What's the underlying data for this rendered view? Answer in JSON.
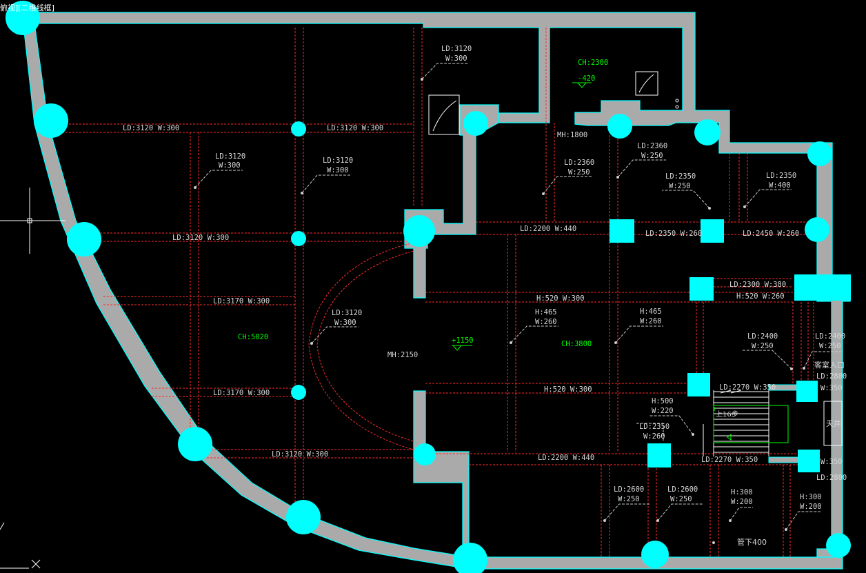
{
  "viewport": {
    "title": "俯视][二维线框]"
  },
  "colors": {
    "background": "#000000",
    "wall": "#aaaaaa",
    "wall_edge": "#00ffff",
    "column": "#00ffff",
    "beam": "#ff2a2a",
    "dim_text": "#d8d8d8",
    "level_text": "#00ff00",
    "crosshair": "#ffffff"
  },
  "beams": [
    {
      "text": "LD:3120  W:300"
    },
    {
      "text": "LD:3120  W:300"
    },
    {
      "text": "LD:3120  W:300"
    },
    {
      "text": "LD:3170  W:300"
    },
    {
      "text": "LD:3170  W:300"
    },
    {
      "text": "LD:3120  W:300"
    },
    {
      "text": "LD:2200  W:440"
    },
    {
      "text": "LD:2350  W:260"
    },
    {
      "text": "LD:2450  W:260"
    },
    {
      "text": "LD:2300  W:380"
    },
    {
      "text": "H:520  W:260"
    },
    {
      "text": "H:520  W:300"
    },
    {
      "text": "H:520  W:300"
    },
    {
      "text": "LD:2270  W:350"
    },
    {
      "text": "LD:2270  W:350"
    },
    {
      "text": "LD:2200  W:440"
    }
  ],
  "callouts": [
    {
      "l1": "LD:3120",
      "l2": "W:300"
    },
    {
      "l1": "LD:3120",
      "l2": "W:300"
    },
    {
      "l1": "LD:3120",
      "l2": "W:300"
    },
    {
      "l1": "LD:3120",
      "l2": "W:300"
    },
    {
      "l1": "LD:2360",
      "l2": "W:250"
    },
    {
      "l1": "LD:2360",
      "l2": "W:250"
    },
    {
      "l1": "LD:2350",
      "l2": "W:250"
    },
    {
      "l1": "LD:2350",
      "l2": "W:400"
    },
    {
      "l1": "H:465",
      "l2": "W:260"
    },
    {
      "l1": "H:465",
      "l2": "W:260"
    },
    {
      "l1": "LD:2400",
      "l2": "W:250"
    },
    {
      "l1": "LD:2400",
      "l2": "W:250"
    },
    {
      "l1": "H:500",
      "l2": "W:220"
    },
    {
      "l1": "LD:2350",
      "l2": "W:260"
    },
    {
      "l1": "LD:2600",
      "l2": "W:250"
    },
    {
      "l1": "LD:2600",
      "l2": "W:250"
    },
    {
      "l1": "H:300",
      "l2": "W:200"
    },
    {
      "l1": "H:300",
      "l2": "W:200"
    }
  ],
  "plain_labels": [
    {
      "text": "MH:1800"
    },
    {
      "text": "MH:2150"
    },
    {
      "text": "LD:2800"
    },
    {
      "text": "W:350"
    },
    {
      "text": "W:350"
    },
    {
      "text": "LD:2800"
    },
    {
      "text": "管下400"
    },
    {
      "text": "客室入口"
    },
    {
      "text": "天井"
    },
    {
      "text": "上16步"
    }
  ],
  "levels": [
    {
      "ch": "CH:2300",
      "elev": "-420"
    },
    {
      "ch": "CH:5020",
      "elev": ""
    },
    {
      "ch": "CH:3800",
      "elev": "+1150"
    }
  ]
}
